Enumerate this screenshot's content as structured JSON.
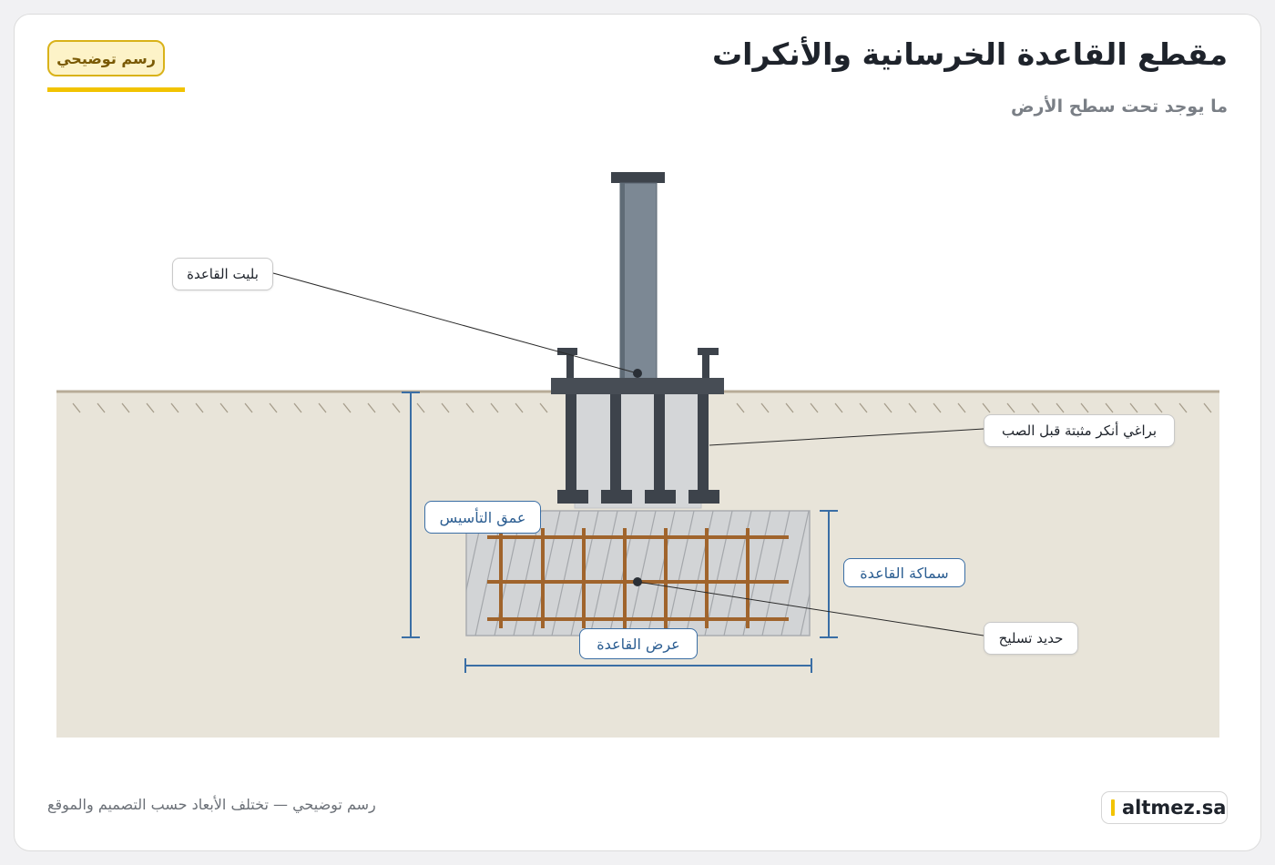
{
  "header": {
    "title": "مقطع القاعدة الخرسانية والأنكرات",
    "subtitle": "ما يوجد تحت سطح الأرض",
    "badge": "رسم توضيحي"
  },
  "labels": {
    "base_plate": "بليت القاعدة",
    "anchor_bolts": "براغي أنكر مثبتة قبل الصب",
    "rebar": "حديد تسليح",
    "foundation_depth": "عمق التأسيس",
    "footing_thickness": "سماكة القاعدة",
    "footing_width": "عرض القاعدة"
  },
  "footer": {
    "note": "رسم توضيحي — تختلف الأبعاد حسب التصميم والموقع",
    "brand": "altmez.sa"
  },
  "colors": {
    "soil": "#e8e4d9",
    "ground_line": "#b7ac98",
    "concrete": "#d2d4d6",
    "steel": "#3d434b",
    "column": "#7c8894",
    "rebar": "#a0642c",
    "dimension": "#3a6ea5",
    "accent": "#f2c300"
  }
}
